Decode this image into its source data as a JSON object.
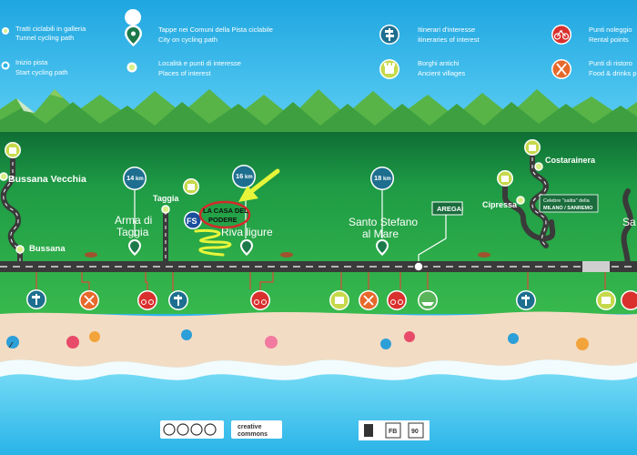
{
  "legend": [
    {
      "line1": "Tratti ciclabili in galleria",
      "line2": "Tunnel cycling path"
    },
    {
      "line1": "Inizio pista",
      "line2": "Start cycling path"
    },
    {
      "line1": "Tappe nei Comuni della Pista ciclabile",
      "line2": "City on cycling path"
    },
    {
      "line1": "Località e punti di interesse",
      "line2": "Places of interest"
    },
    {
      "line1": "Itinerari d'interesse",
      "line2": "itineraries of interest"
    },
    {
      "line1": "Borghi antichi",
      "line2": "Ancient villages"
    },
    {
      "line1": "Punti noleggio",
      "line2": "Rental points"
    },
    {
      "line1": "Punti di ristoro",
      "line2": "Food & drinks p"
    }
  ],
  "towns": {
    "bussana_vecchia": "Bussana Vecchia",
    "bussana": "Bussana",
    "taggia": "Taggia",
    "arma_line1": "Arma di",
    "arma_line2": "Taggia",
    "riva": "Riva ligure",
    "santo_line1": "Santo Stefano",
    "santo_line2": "al Mare",
    "aregai": "AREGAI",
    "cipressa": "Cipressa",
    "costarainera": "Costarainera",
    "sa_cut": "Sa"
  },
  "km_markers": [
    {
      "value": "14",
      "unit": "km"
    },
    {
      "value": "16",
      "unit": "km"
    },
    {
      "value": "18",
      "unit": "km"
    }
  ],
  "annotation": {
    "line1": "LA CASA DEL",
    "line2": "PODERE"
  },
  "station_badge": "FS",
  "salita": {
    "line1": "Celebre \"salita\" della",
    "line2": "MILANO / SANREMO"
  },
  "footer": {
    "cc_label": "creative",
    "cc_label2": "commons",
    "logo3": "FB",
    "logo4": "90"
  },
  "colors": {
    "sky": "#2fb5ea",
    "grass": "#1e9b45",
    "road": "#3a3a3a",
    "sand": "#f3dcc4",
    "sea": "#3cc3ee",
    "annotation": "#d42a2a",
    "arrow": "#e6f53a"
  },
  "icons": [
    "tunnel-icon",
    "start-point-icon",
    "city-pin-icon",
    "place-dot-icon",
    "signpost-icon",
    "castle-icon",
    "bike-rental-icon",
    "food-icon"
  ]
}
